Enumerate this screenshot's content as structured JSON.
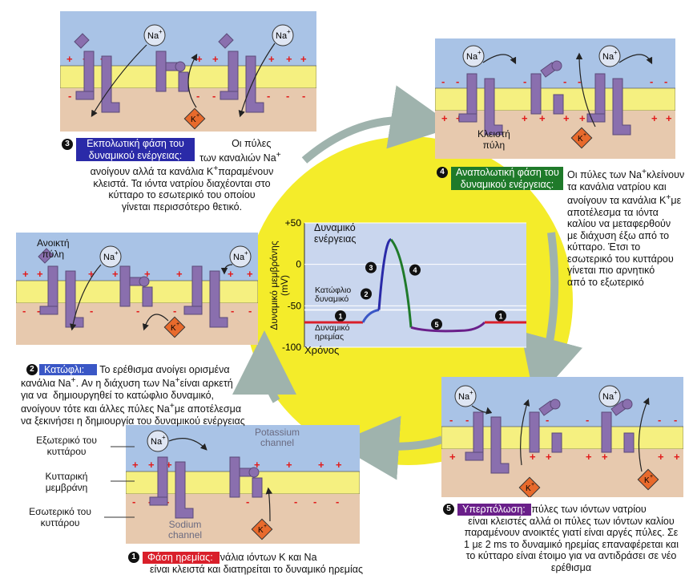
{
  "colors": {
    "extracellular": "#a9c3e6",
    "membrane": "#f5f080",
    "intracellular": "#e7c9ae",
    "channel": "#8a6fae",
    "k_diamond": "#e86a2c",
    "center_circle": "#f4ec2a",
    "arrow": "#9fb3ad",
    "phase1": "#d91f2a",
    "phase2": "#3a57c6",
    "phase3": "#2a2aa8",
    "phase4": "#1f7a2a",
    "phase5": "#6a1f8a"
  },
  "ions": {
    "na": "Na",
    "k": "K",
    "plus": "+"
  },
  "labels": {
    "outside": "Εξωτερικό του\nκυττάρου",
    "membrane": "Κυτταρική\nμεμβράνη",
    "inside": "Εσωτερικό του\nκυττάρου",
    "potassium_channel": "Potassium\nchannel",
    "sodium_channel": "Sodium\nchannel",
    "open_gate": "Ανοικτή\nπύλη",
    "closed_gate": "Κλειστή\nπύλη"
  },
  "phases": [
    {
      "n": "1",
      "tag": "Φάση ηρεμίας:",
      "text": "Τα κανάλια ιόντων Κ και Na\nείναι κλειστά και διατηρείται το δυναμικό ηρεμίας"
    },
    {
      "n": "2",
      "tag": "Κατώφλι:",
      "text_a": " Το ερέθισμα ανοίγει ορισμένα\nκανάλια Na",
      "text_b": ". Αν η διάχυση των Na",
      "text_c": "είναι αρκετή\nγια να  δημιουργηθεί το κατώφλιο δυναμικό,\nανοίγουν τότε και άλλες πύλες Na",
      "text_d": "με αποτέλεσμα\nνα ξεκινήσει η δημιουργία του δυναμικού ενέργειας"
    },
    {
      "n": "3",
      "tag": "Εκπολωτική φάση του\nδυναμικού ενέργειας:",
      "text_a": " Οι πύλες\n                                          των καναλιών Na",
      "text_b": "\nανοίγουν αλλά τα κανάλια Κ",
      "text_c": "παραμένουν\nκλειστά. Τα ιόντα νατρίου διαχέονται στο\nκύτταρο το εσωτερικό του οποίου\nγίνεται περισσότερο θετικό."
    },
    {
      "n": "4",
      "tag": "Αναπολωτική φάση του\nδυναμικού ενέργειας:",
      "text_a": "Οι πύλες των Na",
      "text_b": "κλείνουν\nτα κανάλια νατρίου και\nανοίγουν τα κανάλια Κ",
      "text_c": "με\nαποτέλεσμα τα ιόντα\nκαλίου να μεταφερθούν\nμε διάχυση έξω από το\nκύτταρο. Έτσι το\nεσωτερικό του κυττάρου\nγίνεται πιο αρνητικό\nαπό το εξωτερικό"
    },
    {
      "n": "5",
      "tag": "Υπερπόλωση:",
      "text": "Όλες οι πύλες των ιόντων νατρίου\nείναι κλειστές αλλά οι πύλες των ιόντων καλίου\nπαραμένουν ανοικτές γιατί είναι αργές πύλες. Σε\n1 με 2 ms το δυναμικό ηρεμίας επαναφέρεται και\nτο κύτταρο είναι έτοιμο για να αντιδράσει σε νέο\nερέθισμα"
    }
  ],
  "graph": {
    "ylabel": "Δυναμικό μεμβράνης\n(mV)",
    "xlabel": "Χρόνος",
    "yticks": [
      "+50",
      "0",
      "-50",
      "-100"
    ],
    "action_label": "Δυναμικό\nενέργειας",
    "threshold_label": "Κατώφλιο\nδυναμικό",
    "resting_label": "Δυναμικό\nηρεμίας",
    "markers": [
      "1",
      "2",
      "3",
      "4",
      "5",
      "1"
    ],
    "ylim": [
      -100,
      50
    ],
    "resting_mv": -70,
    "threshold_mv": -55,
    "peak_mv": 30,
    "hyper_mv": -80
  }
}
